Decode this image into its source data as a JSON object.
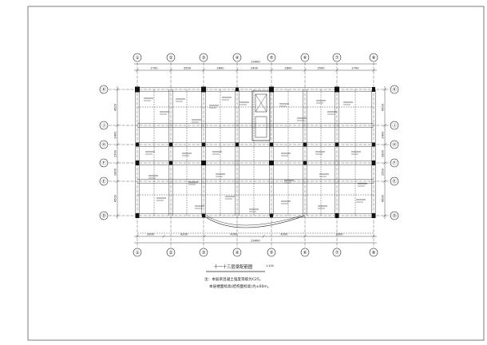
{
  "drawing": {
    "axes_x": [
      "①",
      "②",
      "③",
      "④",
      "⑤",
      "⑥",
      "⑦",
      "⑧"
    ],
    "axes_y": [
      "Ⓚ",
      "Ⓙ",
      "Ⓗ",
      "Ⓕ",
      "Ⓔ",
      "Ⓓ"
    ],
    "top_spans": [
      "2700",
      "3500",
      "2800",
      "2400",
      "2800",
      "3500",
      "2700"
    ],
    "top_total": "20400",
    "bottom_spans": [
      "3900",
      "4200",
      "4200",
      "4200",
      "3900"
    ],
    "bottom_total": "20400",
    "left_spans": [
      "4500",
      "2400",
      "1500",
      "1800",
      "4500"
    ],
    "right_spans": [
      "4500",
      "2400",
      "1800",
      "1500",
      "4500"
    ],
    "title": "十一十三层梁配筋图",
    "scale": "1:100",
    "notes": [
      "注：本层梁混凝土强度等级为C25。",
      "本层楼面标高(结构面标高)为±00m。"
    ],
    "colors": {
      "line": "#222222",
      "column": "#111111",
      "frame": "#444444"
    }
  }
}
